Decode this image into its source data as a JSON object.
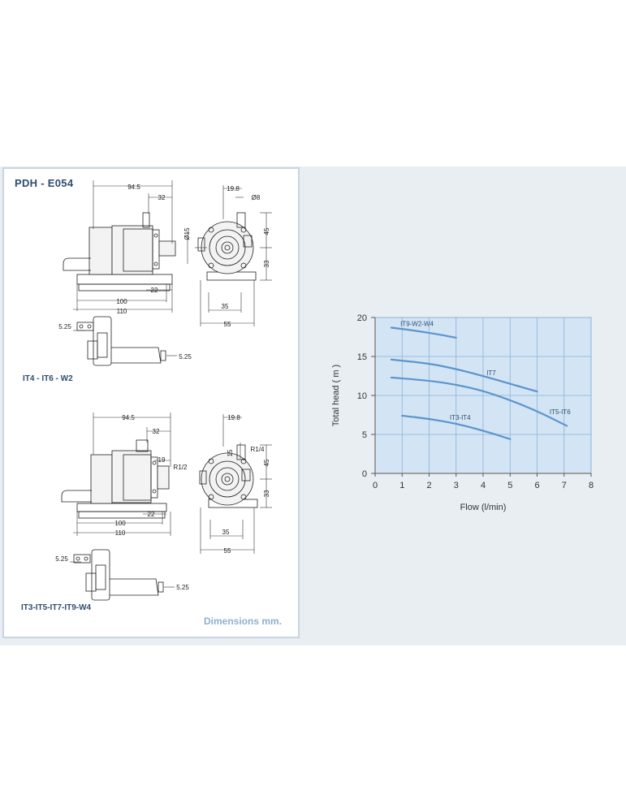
{
  "sheet": {
    "title": "PDH - E054",
    "dimensions_note": "Dimensions mm."
  },
  "drawing_top": {
    "model_label": "IT4 - IT6 - W2",
    "dims": {
      "d94_5": "94.5",
      "d32": "32",
      "d15": "Ø15",
      "d22": "22",
      "d100": "100",
      "d110": "110",
      "d19_8": "19.8",
      "d8": "Ø8",
      "d45": "45",
      "d33": "33",
      "d35": "35",
      "d55": "55",
      "d5_25a": "5.25",
      "d5_25b": "5.25"
    }
  },
  "drawing_bottom": {
    "model_label": "IT3-IT5-IT7-IT9-W4",
    "dims": {
      "d94_5": "94.5",
      "d32": "32",
      "d19": "19",
      "r12": "R1/2",
      "d22": "22",
      "d100": "100",
      "d110": "110",
      "d19_8": "19.8",
      "d15": "15",
      "r14": "R1/4",
      "d45": "45",
      "d33": "33",
      "d35": "35",
      "d55": "55",
      "d5_25a": "5.25",
      "d5_25b": "5.25"
    }
  },
  "chart_data": {
    "type": "line",
    "xlabel": "Flow (l/min)",
    "ylabel": "Total head ( m )",
    "xlim": [
      0,
      8
    ],
    "ylim": [
      0,
      20
    ],
    "x_ticks": [
      "0",
      "1",
      "2",
      "3",
      "4",
      "5",
      "6",
      "7",
      "8"
    ],
    "y_ticks": [
      "0",
      "5",
      "10",
      "15",
      "20"
    ],
    "grid": true,
    "colors": {
      "plot_bg": "#d3e4f4",
      "line": "#5b94cd",
      "grid": "#8ab3dc"
    },
    "series": [
      {
        "name": "IT9-W2-W4",
        "x": [
          0.6,
          1.5,
          2.4,
          3.0
        ],
        "y": [
          18.7,
          18.3,
          17.8,
          17.4
        ]
      },
      {
        "name": "IT7",
        "x": [
          0.6,
          2.0,
          3.0,
          4.0,
          5.0,
          6.0
        ],
        "y": [
          14.6,
          14.1,
          13.4,
          12.5,
          11.5,
          10.5
        ]
      },
      {
        "name": "IT5-IT6",
        "x": [
          0.6,
          2.0,
          3.0,
          4.0,
          5.0,
          6.0,
          7.1
        ],
        "y": [
          12.3,
          11.9,
          11.4,
          10.6,
          9.4,
          8.0,
          6.1
        ]
      },
      {
        "name": "IT3-IT4",
        "x": [
          1.0,
          2.0,
          3.0,
          4.0,
          5.0
        ],
        "y": [
          7.4,
          7.0,
          6.4,
          5.5,
          4.4
        ]
      }
    ]
  }
}
